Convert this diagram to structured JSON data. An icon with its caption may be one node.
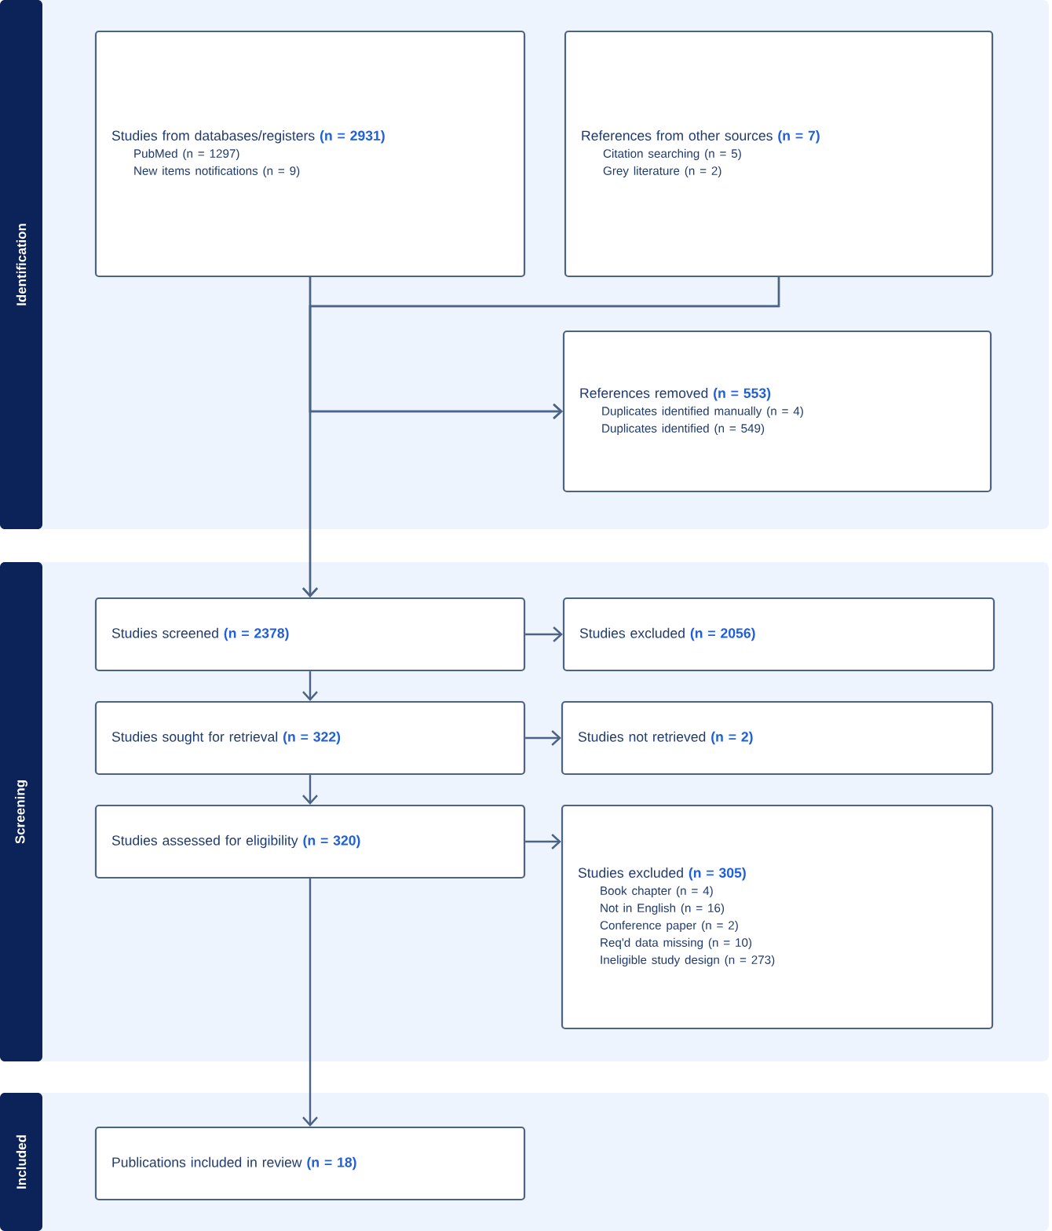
{
  "diagram": {
    "nodes": [
      {
        "text": [
          "Identification"
        ]
      },
      {
        "text": [
          "Studies from databases/registers **(n = 2931)**",
          "PubMed (n = 1297)",
          "New items notifications (n = 9)"
        ],
        "in": 0
      },
      {
        "text": [
          "References from other sources **(n = 7)**",
          "Citation searching (n = 5)",
          "Grey literature (n = 2)"
        ],
        "in": 0
      },
      {
        "text": [
          "References removed **(n = 553)**",
          "Duplicates identified manually (n = 4)",
          "Duplicates identified (n = 549)"
        ],
        "in": 0
      },
      {
        "text": [
          "Screening"
        ]
      },
      {
        "text": [
          "Studies screened **(n = 2378)**"
        ],
        "in": 4
      },
      {
        "text": [
          "Studies excluded **(n = 2056)**"
        ],
        "in": 4
      },
      {
        "text": [
          "Studies sought for retrieval **(n = 322)**"
        ],
        "in": 4
      },
      {
        "text": [
          "Studies not retrieved **(n = 2)**"
        ],
        "in": 4
      },
      {
        "text": [
          "Studies assessed for eligibility **(n = 320)**"
        ],
        "in": 4
      },
      {
        "text": [
          "Studies excluded **(n = 305)**",
          "Book chapter (n = 4)",
          "Not in English (n = 16)",
          "Conference paper (n = 2)",
          "Req'd data missing (n = 10)",
          "Ineligible study design (n = 273)"
        ],
        "in": 4
      },
      {
        "text": [
          "Included"
        ]
      },
      {
        "text": [
          "Publications included in review **(n = 18)**"
        ],
        "in": 11
      }
    ],
    "edges": [
      {
        "from": 1,
        "to": 3,
        "arrow": "to"
      },
      {
        "from": 2,
        "to": 3,
        "arrow": "to"
      },
      {
        "from": 1,
        "to": 5,
        "arrow": "to"
      },
      {
        "from": 2,
        "to": 5,
        "arrow": "to"
      },
      {
        "from": 5,
        "to": 6,
        "arrow": "to"
      },
      {
        "from": 5,
        "to": 7,
        "arrow": "to"
      },
      {
        "from": 7,
        "to": 8,
        "arrow": "to"
      },
      {
        "from": 7,
        "to": 9,
        "arrow": "to"
      },
      {
        "from": 9,
        "to": 10,
        "arrow": "to"
      },
      {
        "from": 9,
        "to": 12,
        "arrow": "to"
      }
    ]
  }
}
